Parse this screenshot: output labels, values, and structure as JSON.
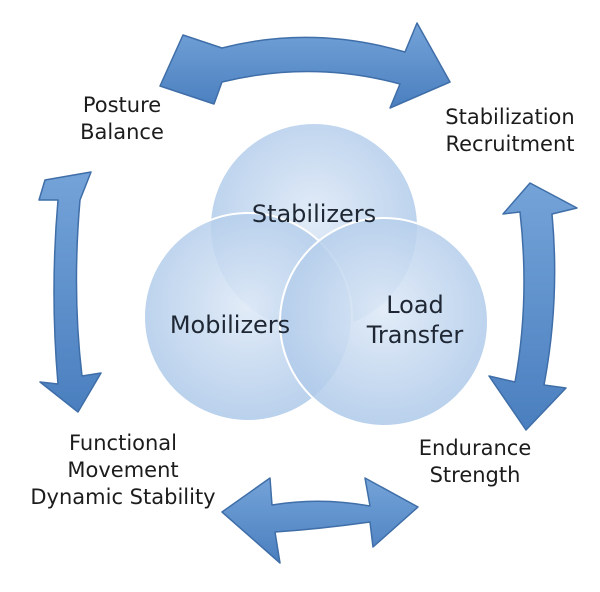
{
  "diagram": {
    "circles": {
      "stabilizers": "Stabilizers",
      "mobilizers": "Mobilizers",
      "load_transfer": [
        "Load",
        "Transfer"
      ]
    },
    "outer_labels": {
      "posture_balance": [
        "Posture",
        "Balance"
      ],
      "stabilization_recruitment": [
        "Stabilization",
        "Recruitment"
      ],
      "endurance_strength": [
        "Endurance",
        "Strength"
      ],
      "functional_movement": [
        "Functional",
        "Movement",
        "Dynamic Stability"
      ]
    },
    "colors": {
      "arrow_fill": "#5b8fcc",
      "arrow_stroke": "#3f6ea8",
      "circle_fill": "#cfe0f2",
      "circle_stroke": "#ffffff",
      "text": "#1c1c1c"
    }
  }
}
